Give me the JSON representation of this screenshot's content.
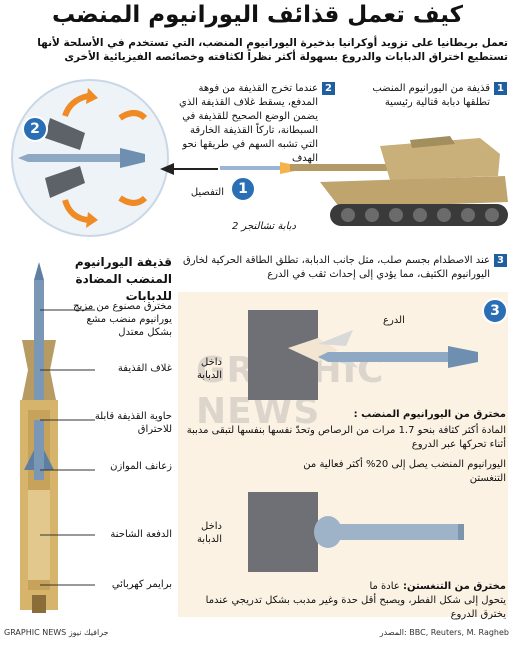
{
  "title": "كيف تعمل قذائف اليورانيوم المنضب",
  "intro": "تعمل بريطانيا على تزويد أوكرانيا بذخيرة اليورانيوم المنضب، التي تستخدم في الأسلحة لأنها تستطيع اختراق الدبابات والدروع بسهولة أكثر نظراً لكثافته وخصائصه الفيزيائية الأخرى",
  "step1": {
    "num": "1",
    "text": "قذيفة من اليورانيوم المنضب تطلقها دبابة قتالية رئيسية",
    "tank_label": "دبابة تشالنجر 2",
    "detail_label": "التفصيل"
  },
  "step2": {
    "num": "2",
    "text": "عندما تخرج القذيفة من فوهة المدفع، يسقط غلاف القذيفة الذي يضمن الوضع الصحيح للقذيفة في السبطانة، تاركاً القذيفة الخارقة التي تشبه السهم في طريقها نحو الهدف"
  },
  "step3": {
    "num": "3",
    "text": "عند الاصطدام بجسم صلب، مثل جانب الدبابة، تطلق الطاقة الحركية لخارق اليورانيوم الكثيف، مما يؤدي إلى إحداث ثقب في الدرع",
    "armor_label": "الدرع",
    "inside_tank": "داخل الدبابة",
    "du_heading": "مخترق من اليورانيوم المنضب :",
    "du_text1": "المادة أكثر كثافة بنحو 1.7 مرات من الرصاص وتحدّ نفسها بنفسها لتبقى مدببة أثناء تحركها عبر الدروع",
    "du_text2": "اليورانيوم المنضب يصل إلى 20% أكثر فعالية من التنغستن",
    "inside_tank2": "داخل الدبابة",
    "tungsten_heading": "مخترق من التنغستن:",
    "tungsten_heading_suffix": "عادة ما",
    "tungsten_text": "يتحول إلى شكل الفطر، ويصبح أقل حدة وغير مدبب بشكل تدريجي عندما يخترق الدروع"
  },
  "shell": {
    "heading": "قذيفة اليورانيوم المنضب المضادة للدبابات",
    "labels": [
      "مخترق مصنوع من مزيج يورانيوم منضب مشع بشكل معتدل",
      "غلاف القذيفة",
      "حاوية القذيفة قابلة للاحتراق",
      "زعانف الموازن",
      "الدفعة الشاحنة",
      "برايمر كهربائي"
    ]
  },
  "watermark": "GRAPHIC NEWS",
  "footer": {
    "source": "المصدر: BBC, Reuters, M. Ragheb",
    "credit": "GRAPHIC NEWS جرافيك نيوز"
  },
  "colors": {
    "accent_blue": "#1f5f9f",
    "panel_bg": "#fbf2e4",
    "armor_gray": "#6e7075",
    "shell_gold": "#d6b46b"
  }
}
